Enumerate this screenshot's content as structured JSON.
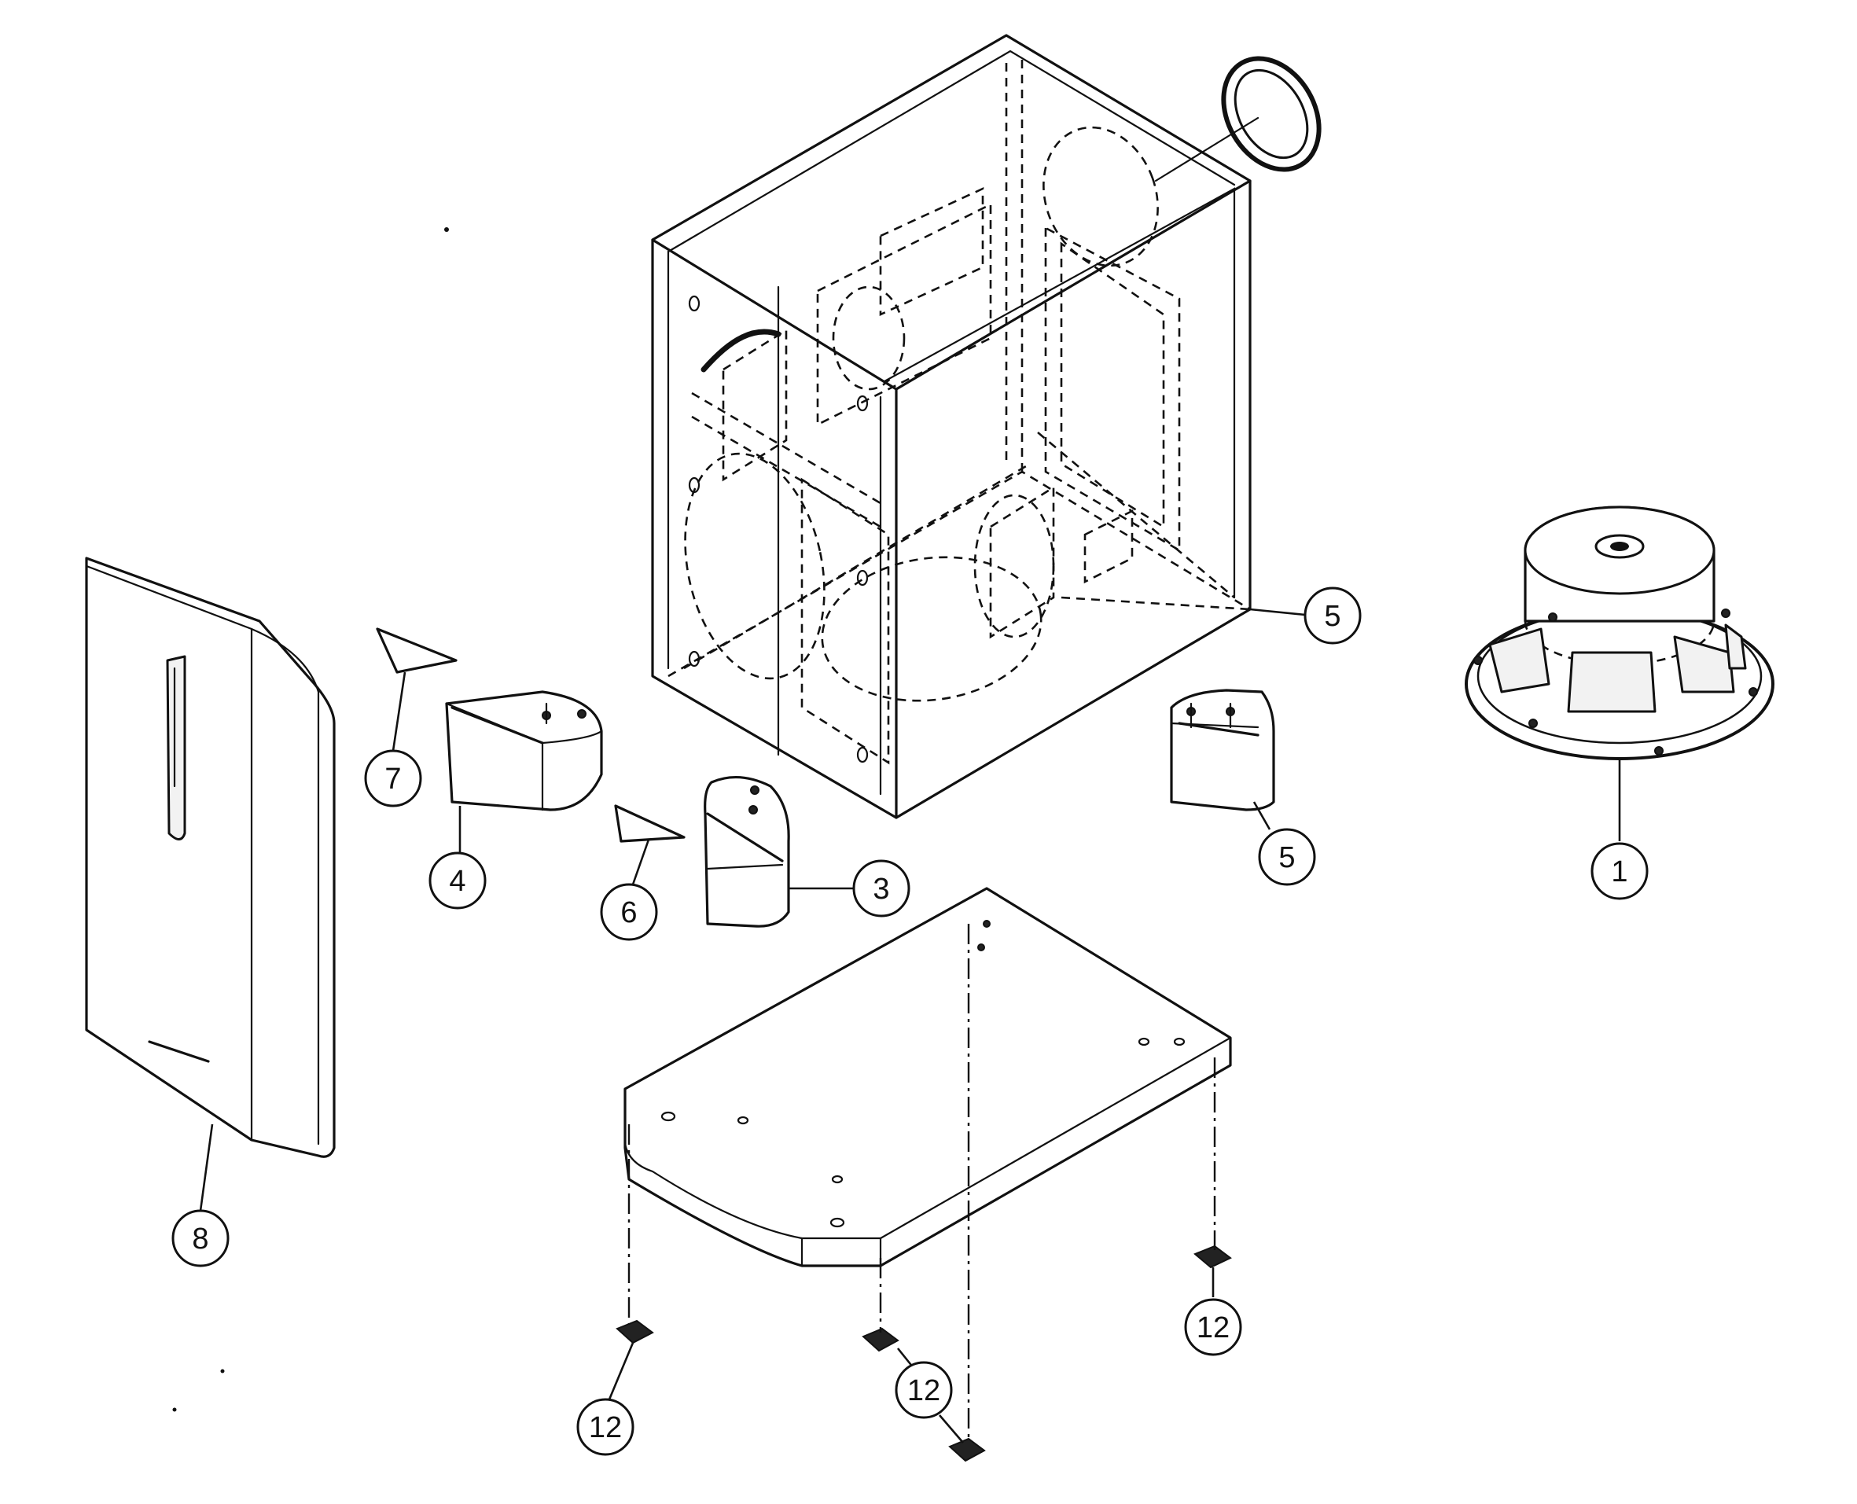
{
  "diagram": {
    "callouts": [
      {
        "id": "c1",
        "label": "1"
      },
      {
        "id": "c3",
        "label": "3"
      },
      {
        "id": "c4",
        "label": "4"
      },
      {
        "id": "c5a",
        "label": "5"
      },
      {
        "id": "c5b",
        "label": "5"
      },
      {
        "id": "c6",
        "label": "6"
      },
      {
        "id": "c7",
        "label": "7"
      },
      {
        "id": "c8",
        "label": "8"
      },
      {
        "id": "c12a",
        "label": "12"
      },
      {
        "id": "c12b",
        "label": "12"
      },
      {
        "id": "c12c",
        "label": "12"
      }
    ]
  }
}
